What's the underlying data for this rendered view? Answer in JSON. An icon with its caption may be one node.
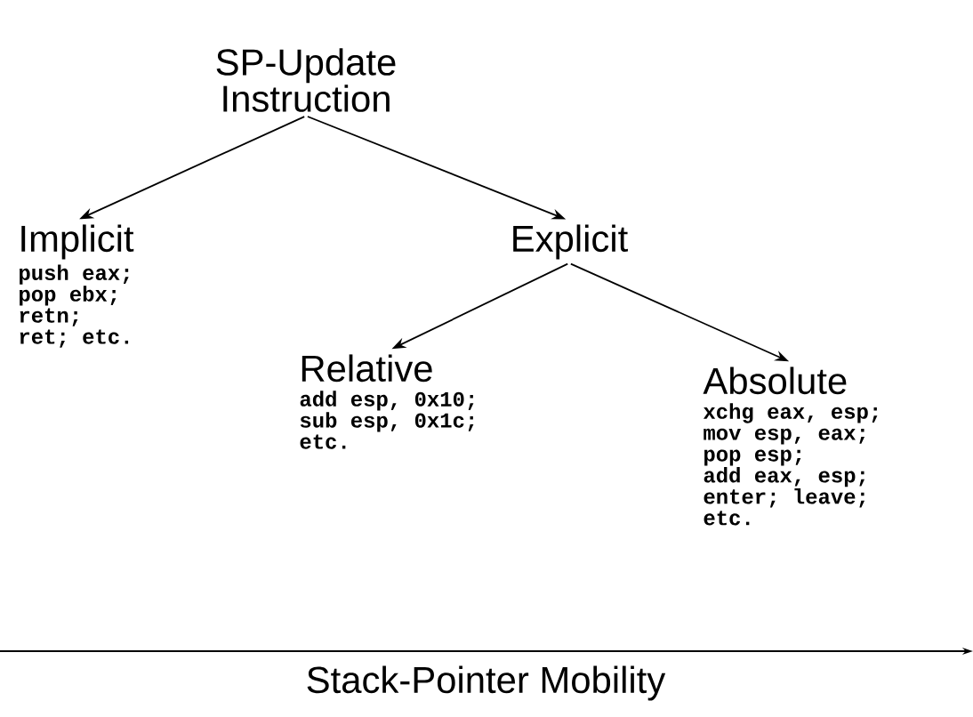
{
  "diagram": {
    "nodes": [
      {
        "text": [
          "SP-Update Instruction"
        ]
      },
      {
        "text": [
          "Implicit",
          "push eax;",
          "pop ebx;",
          "retn;",
          "ret; etc."
        ]
      },
      {
        "text": [
          "Explicit"
        ]
      },
      {
        "text": [
          "Relative",
          "add esp, 0x10;",
          "sub esp, 0x1c;",
          "etc."
        ]
      },
      {
        "text": [
          "Absolute",
          "xchg eax, esp;",
          "mov esp, eax;",
          "pop esp;",
          "add eax, esp;",
          "enter; leave;",
          "etc."
        ]
      }
    ],
    "edges": [
      {
        "from": 0,
        "to": 1,
        "arrow": "to"
      },
      {
        "from": 0,
        "to": 2,
        "arrow": "to"
      },
      {
        "from": 2,
        "to": 3,
        "arrow": "to"
      },
      {
        "from": 2,
        "to": 4,
        "arrow": "to"
      }
    ],
    "labels": [
      "Stack-Pointer Mobility"
    ]
  }
}
